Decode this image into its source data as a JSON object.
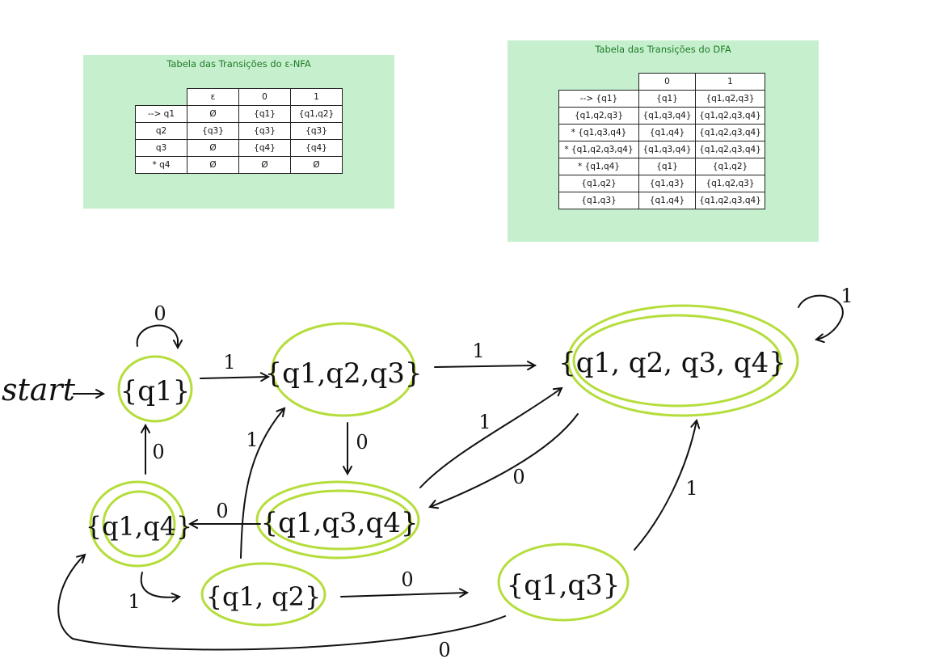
{
  "enfa": {
    "title": "Tabela das Transições do ε-NFA",
    "headers": [
      "ε",
      "0",
      "1"
    ],
    "rows": [
      [
        "--> q1",
        "Ø",
        "{q1}",
        "{q1,q2}"
      ],
      [
        "q2",
        "{q3}",
        "{q3}",
        "{q3}"
      ],
      [
        "q3",
        "Ø",
        "{q4}",
        "{q4}"
      ],
      [
        "* q4",
        "Ø",
        "Ø",
        "Ø"
      ]
    ]
  },
  "dfa": {
    "title": "Tabela das Transições do DFA",
    "headers": [
      "0",
      "1"
    ],
    "rows": [
      [
        "--> {q1}",
        "{q1}",
        "{q1,q2,q3}"
      ],
      [
        "{q1,q2,q3}",
        "{q1,q3,q4}",
        "{q1,q2,q3,q4}"
      ],
      [
        "* {q1,q3,q4}",
        "{q1,q4}",
        "{q1,q2,q3,q4}"
      ],
      [
        "* {q1,q2,q3,q4}",
        "{q1,q3,q4}",
        "{q1,q2,q3,q4}"
      ],
      [
        "* {q1,q4}",
        "{q1}",
        "{q1,q2}"
      ],
      [
        "{q1,q2}",
        "{q1,q3}",
        "{q1,q2,q3}"
      ],
      [
        "{q1,q3}",
        "{q1,q4}",
        "{q1,q2,q3,q4}"
      ]
    ]
  },
  "diagram": {
    "start_label": "start",
    "states": {
      "q1": "{q1}",
      "q1q2q3": "{q1,q2,q3}",
      "q1q2q3q4": "{q1, q2, q3, q4}",
      "q1q4": "{q1,q4}",
      "q1q3q4": "{q1,q3,q4}",
      "q1q2": "{q1, q2}",
      "q1q3": "{q1,q3}"
    },
    "edge_labels": {
      "q1_self": "0",
      "q1_to_q1q2q3": "1",
      "q1q2q3_to_q1q2q3q4": "1",
      "q1q2q3q4_self": "1",
      "q1q2q3_to_q1q3q4": "0",
      "q1q4_to_q1": "0",
      "q1q2_to_q1q2q3": "1",
      "q1q3q4_to_q1q2q3q4": "1",
      "q1q2q3q4_to_q1q3q4": "0",
      "q1q3q4_to_q1q4": "0",
      "q1q4_to_q1q2": "1",
      "q1q2_to_q1q3": "0",
      "q1q3_to_q1q2q3q4": "1",
      "q1q3_to_q1q4": "0"
    },
    "colors": {
      "state_outline": "#b5dd3c",
      "ink": "#111111",
      "table_panel": "#c6efce",
      "panel_title": "#1e7b25"
    }
  }
}
